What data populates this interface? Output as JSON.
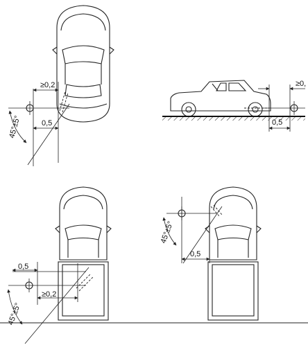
{
  "labels": {
    "clearance_min": "≥0,2",
    "clearance_min_right": "≥0,",
    "offset": "0,5",
    "angle": "45°±5°"
  }
}
